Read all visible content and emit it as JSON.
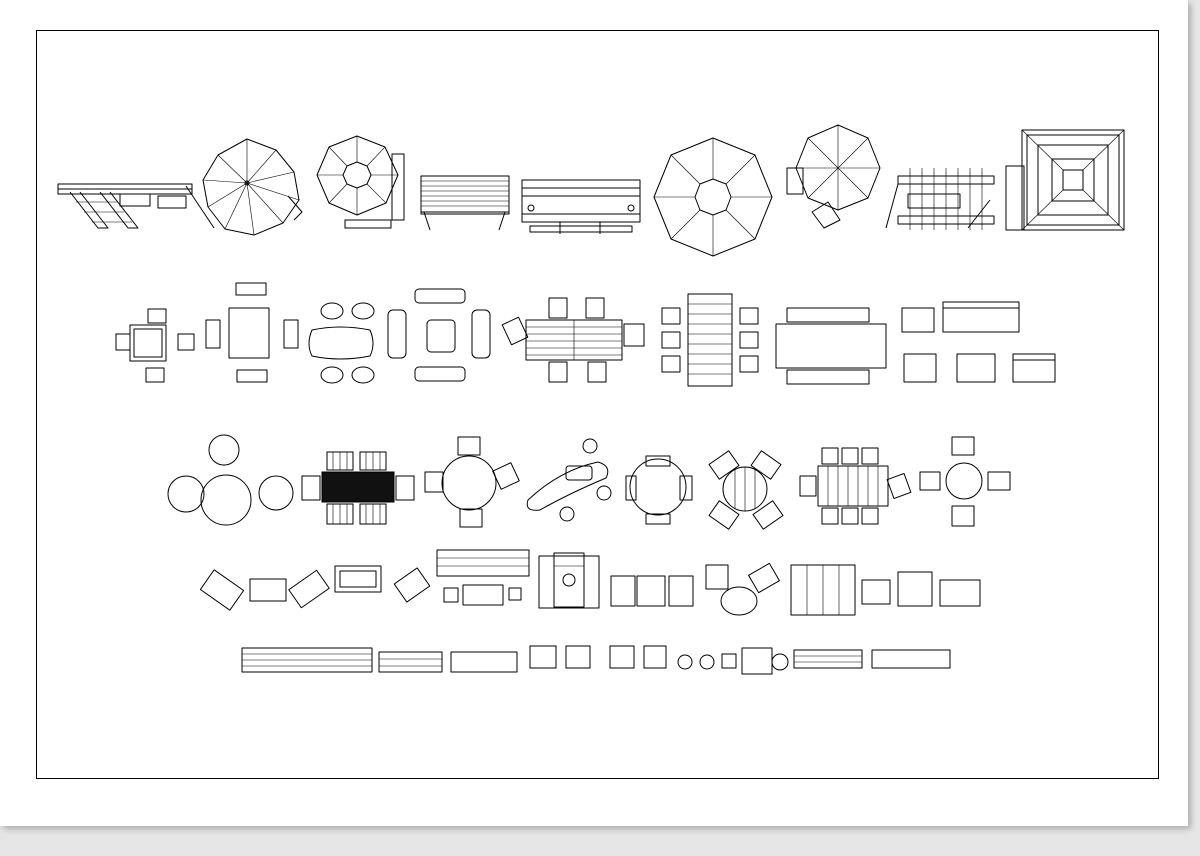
{
  "sheet": {
    "paper_color": "#ffffff",
    "background_color": "#e6e6e6",
    "line_color": "#000000"
  },
  "rows": [
    {
      "items": [
        "pergola-plan",
        "umbrella-with-chair",
        "umbrella-with-lounger",
        "slatted-bench",
        "long-bench",
        "large-umbrella",
        "umbrella-with-chairs",
        "pergola-with-table",
        "pyramid-gazebo"
      ]
    },
    {
      "items": [
        "square-table-four-stools",
        "rectangular-table-four-chairs",
        "organic-table-four-stools",
        "square-table-four-cushions",
        "long-dining-table-six-chairs",
        "slatted-table-six-chairs",
        "plain-table-two-benches",
        "armchair-set"
      ]
    },
    {
      "items": [
        "round-stone-table-set",
        "dark-dining-table-eight-chairs",
        "round-table-four-chairs",
        "boomerang-table-stools",
        "round-table-four-armchairs",
        "round-slatted-table",
        "slatted-dining-table-eight-chairs",
        "small-round-table-four-chairs"
      ]
    },
    {
      "items": [
        "loungers-with-side-table",
        "lounge-chair-set",
        "sofa-with-coffee-table",
        "chaise-with-tray-table",
        "bench-seating-set",
        "oval-table-two-deckchairs",
        "slatted-bed-armchairs"
      ]
    },
    {
      "items": [
        "long-slatted-bench",
        "striped-bench",
        "block-bench",
        "small-armchairs",
        "cushion-chairs",
        "round-stools",
        "cafe-table-chairs",
        "low-slatted-bench",
        "stone-bench"
      ]
    }
  ]
}
